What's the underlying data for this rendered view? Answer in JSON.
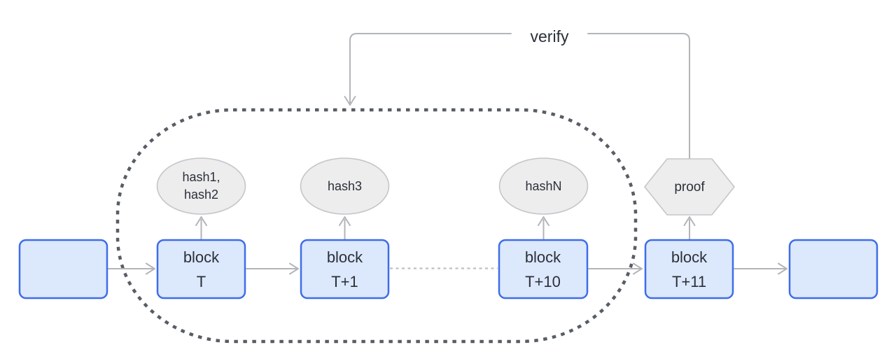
{
  "colors": {
    "background": "#ffffff",
    "block_fill": "#dce8fc",
    "block_border": "#3e6de9",
    "shape_fill": "#ededee",
    "shape_border": "#c4c6c9",
    "arrow": "#b2b5b9",
    "chain_dots": "#bdc0c3",
    "capsule": "#585d65",
    "text": "#2b3038"
  },
  "verify_label": "verify",
  "proof_label": "proof",
  "blocks": [
    {
      "line1": "",
      "line2": ""
    },
    {
      "line1": "block",
      "line2": "T"
    },
    {
      "line1": "block",
      "line2": "T+1"
    },
    {
      "line1": "block",
      "line2": "T+10"
    },
    {
      "line1": "block",
      "line2": "T+11"
    },
    {
      "line1": "",
      "line2": ""
    }
  ],
  "hashes": [
    {
      "line1": "hash1,",
      "line2": "hash2"
    },
    {
      "line1": "hash3",
      "line2": ""
    },
    {
      "line1": "hashN",
      "line2": ""
    }
  ]
}
